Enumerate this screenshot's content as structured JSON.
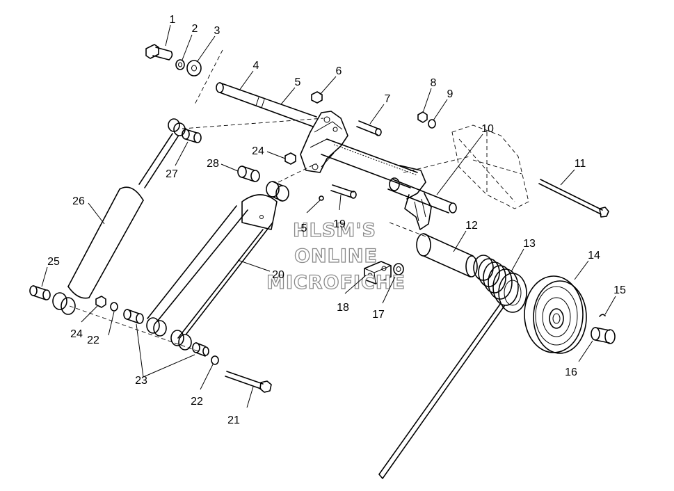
{
  "diagram": {
    "callouts": [
      {
        "id": "c1",
        "text": "1"
      },
      {
        "id": "c2",
        "text": "2"
      },
      {
        "id": "c3",
        "text": "3"
      },
      {
        "id": "c4",
        "text": "4"
      },
      {
        "id": "c5a",
        "text": "5"
      },
      {
        "id": "c6",
        "text": "6"
      },
      {
        "id": "c7",
        "text": "7"
      },
      {
        "id": "c8",
        "text": "8"
      },
      {
        "id": "c9",
        "text": "9"
      },
      {
        "id": "c10",
        "text": "10"
      },
      {
        "id": "c11",
        "text": "11"
      },
      {
        "id": "c12",
        "text": "12"
      },
      {
        "id": "c13",
        "text": "13"
      },
      {
        "id": "c14",
        "text": "14"
      },
      {
        "id": "c15",
        "text": "15"
      },
      {
        "id": "c16",
        "text": "16"
      },
      {
        "id": "c17",
        "text": "17"
      },
      {
        "id": "c18",
        "text": "18"
      },
      {
        "id": "c19",
        "text": "19"
      },
      {
        "id": "c20",
        "text": "20"
      },
      {
        "id": "c21",
        "text": "21"
      },
      {
        "id": "c22a",
        "text": "22"
      },
      {
        "id": "c22b",
        "text": "22"
      },
      {
        "id": "c23",
        "text": "23"
      },
      {
        "id": "c24a",
        "text": "24"
      },
      {
        "id": "c24b",
        "text": "24"
      },
      {
        "id": "c25",
        "text": "25"
      },
      {
        "id": "c26",
        "text": "26"
      },
      {
        "id": "c27",
        "text": "27"
      },
      {
        "id": "c28",
        "text": "28"
      },
      {
        "id": "c5b",
        "text": "5"
      }
    ],
    "watermark": [
      "HLSM'S",
      "ONLINE",
      "MICROFICHE"
    ]
  }
}
